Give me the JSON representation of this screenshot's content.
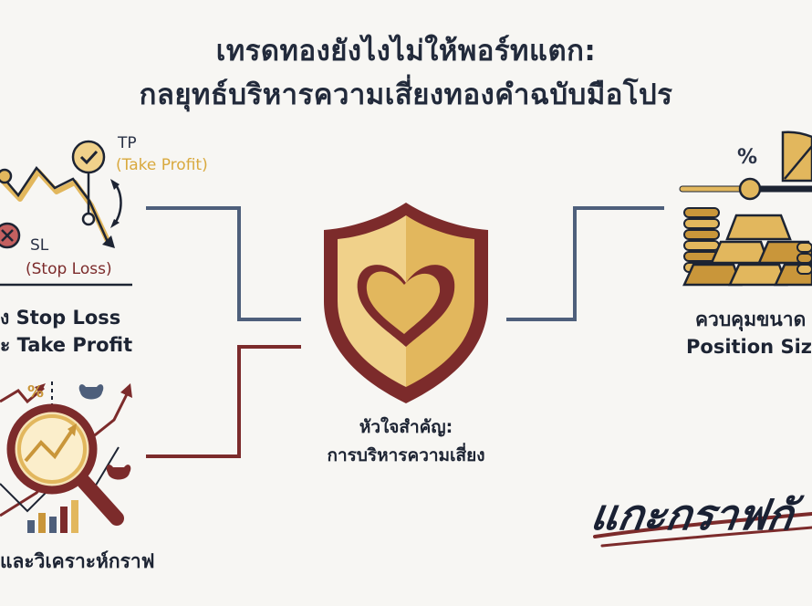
{
  "title": {
    "line1": "เทรดทองยังไงไม่ให้พอร์ทแตก:",
    "line2": "กลยุทธ์บริหารความเสี่ยงทองคำฉบับมือโปร"
  },
  "left_top": {
    "tp_label": "TP",
    "tp_sub": "(Take Profit)",
    "sl_label": "SL",
    "sl_sub": "(Stop Loss)",
    "caption_line1": "ง Stop Loss",
    "caption_line2": "ะ Take Profit"
  },
  "left_bottom": {
    "percent_symbol": "%",
    "caption": "และวิเคราะห์กราฟ"
  },
  "center": {
    "caption_line1": "หัวใจสำคัญ:",
    "caption_line2": "การบริหารความเสี่ยง"
  },
  "right_top": {
    "percent_symbol": "%",
    "caption_line1": "ควบคุมขนาด",
    "caption_line2": "Position Siz"
  },
  "signature": {
    "text": "แกะกราฟกั"
  },
  "colors": {
    "navy": "#4e5f7b",
    "maroon": "#7c2b2b",
    "gold": "#e2b75d",
    "gold_dark": "#c9963a",
    "background": "#f7f6f3"
  }
}
